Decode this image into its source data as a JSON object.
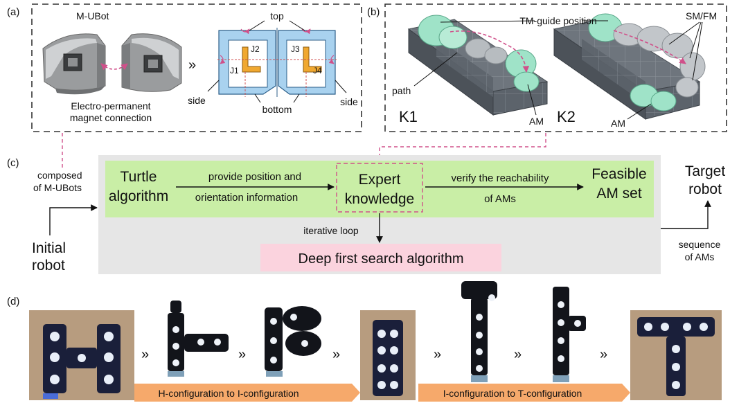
{
  "panel_labels": {
    "a": "(a)",
    "b": "(b)",
    "c": "(c)",
    "d": "(d)"
  },
  "panel_a": {
    "title": "M-UBot",
    "caption_line1": "Electro-permanent",
    "caption_line2": "magnet connection",
    "label_top": "top",
    "label_bottom": "bottom",
    "label_side_left": "side",
    "label_side_right": "side",
    "joints": [
      "J1",
      "J2",
      "J3",
      "J4"
    ]
  },
  "panel_b": {
    "label_tm_guide": "TM-guide position",
    "label_smfm": "SM/FM",
    "label_path": "path",
    "label_am_1": "AM",
    "label_am_2": "AM",
    "label_k1": "K1",
    "label_k2": "K2"
  },
  "panel_c": {
    "composed_line1": "composed",
    "composed_line2": "of M-UBots",
    "initial_line1": "Initial",
    "initial_line2": "robot",
    "turtle_line1": "Turtle",
    "turtle_line2": "algorithm",
    "provide_line1": "provide position and",
    "provide_line2": "orientation information",
    "expert_line1": "Expert",
    "expert_line2": "knowledge",
    "verify_line1": "verify the reachability",
    "verify_line2": "of AMs",
    "feasible_line1": "Feasible",
    "feasible_line2": "AM set",
    "iterative": "iterative loop",
    "dfs": "Deep first search algorithm",
    "target_line1": "Target",
    "target_line2": "robot",
    "sequence_line1": "sequence",
    "sequence_line2": "of AMs"
  },
  "panel_d": {
    "banner_1": "H-configuration to I-configuration",
    "banner_2": "I-configuration to T-configuration"
  },
  "colors": {
    "dashed_border": "#333333",
    "pink_dash": "#d0508a",
    "process_green": "#c9eea6",
    "grey_bg": "#e6e6e6",
    "dfs_pink": "#fbd3de",
    "banner_orange": "#f6a96b",
    "module_teal": "#9fe3c8",
    "block_grey": "#5c636b",
    "frame_blue": "#a9d2ef",
    "joint_orange": "#f0a830"
  }
}
